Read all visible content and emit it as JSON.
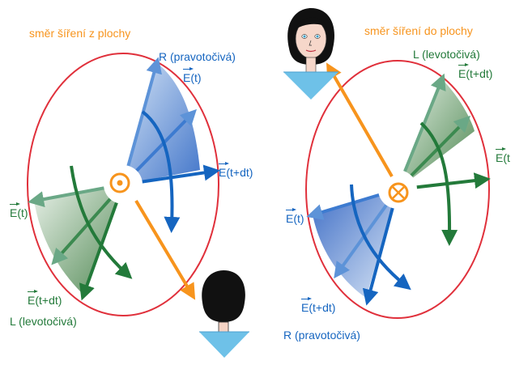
{
  "left_panel": {
    "title": "směr šíření z plochy",
    "r_wave_label": "R (pravotočivá)",
    "r_field_t": "E(t)",
    "r_field_tdt": "E(t+dt)",
    "l_field_t": "E(t)",
    "l_field_tdt": "E(t+dt)",
    "l_wave_label": "L (levotočivá)",
    "source_symbol": "out-of-plane-dot-icon",
    "observer": "observer-head-from-behind-icon"
  },
  "right_panel": {
    "title": "směr šíření do plochy",
    "l_wave_label": "L (levotočivá)",
    "l_field_tdt": "E(t+dt)",
    "l_field_t_partial": "E(t",
    "r_field_t": "E(t)",
    "r_field_tdt": "E(t+dt)",
    "r_wave_label": "R (pravotočivá)",
    "source_symbol": "into-plane-cross-icon",
    "observer": "observer-face-icon"
  },
  "colors": {
    "ellipse": "#e0303b",
    "propagation_arrow": "#f7941d",
    "right_handed": "#1565c0",
    "left_handed": "#237a3a",
    "observer_collar": "#6ec1e8"
  }
}
